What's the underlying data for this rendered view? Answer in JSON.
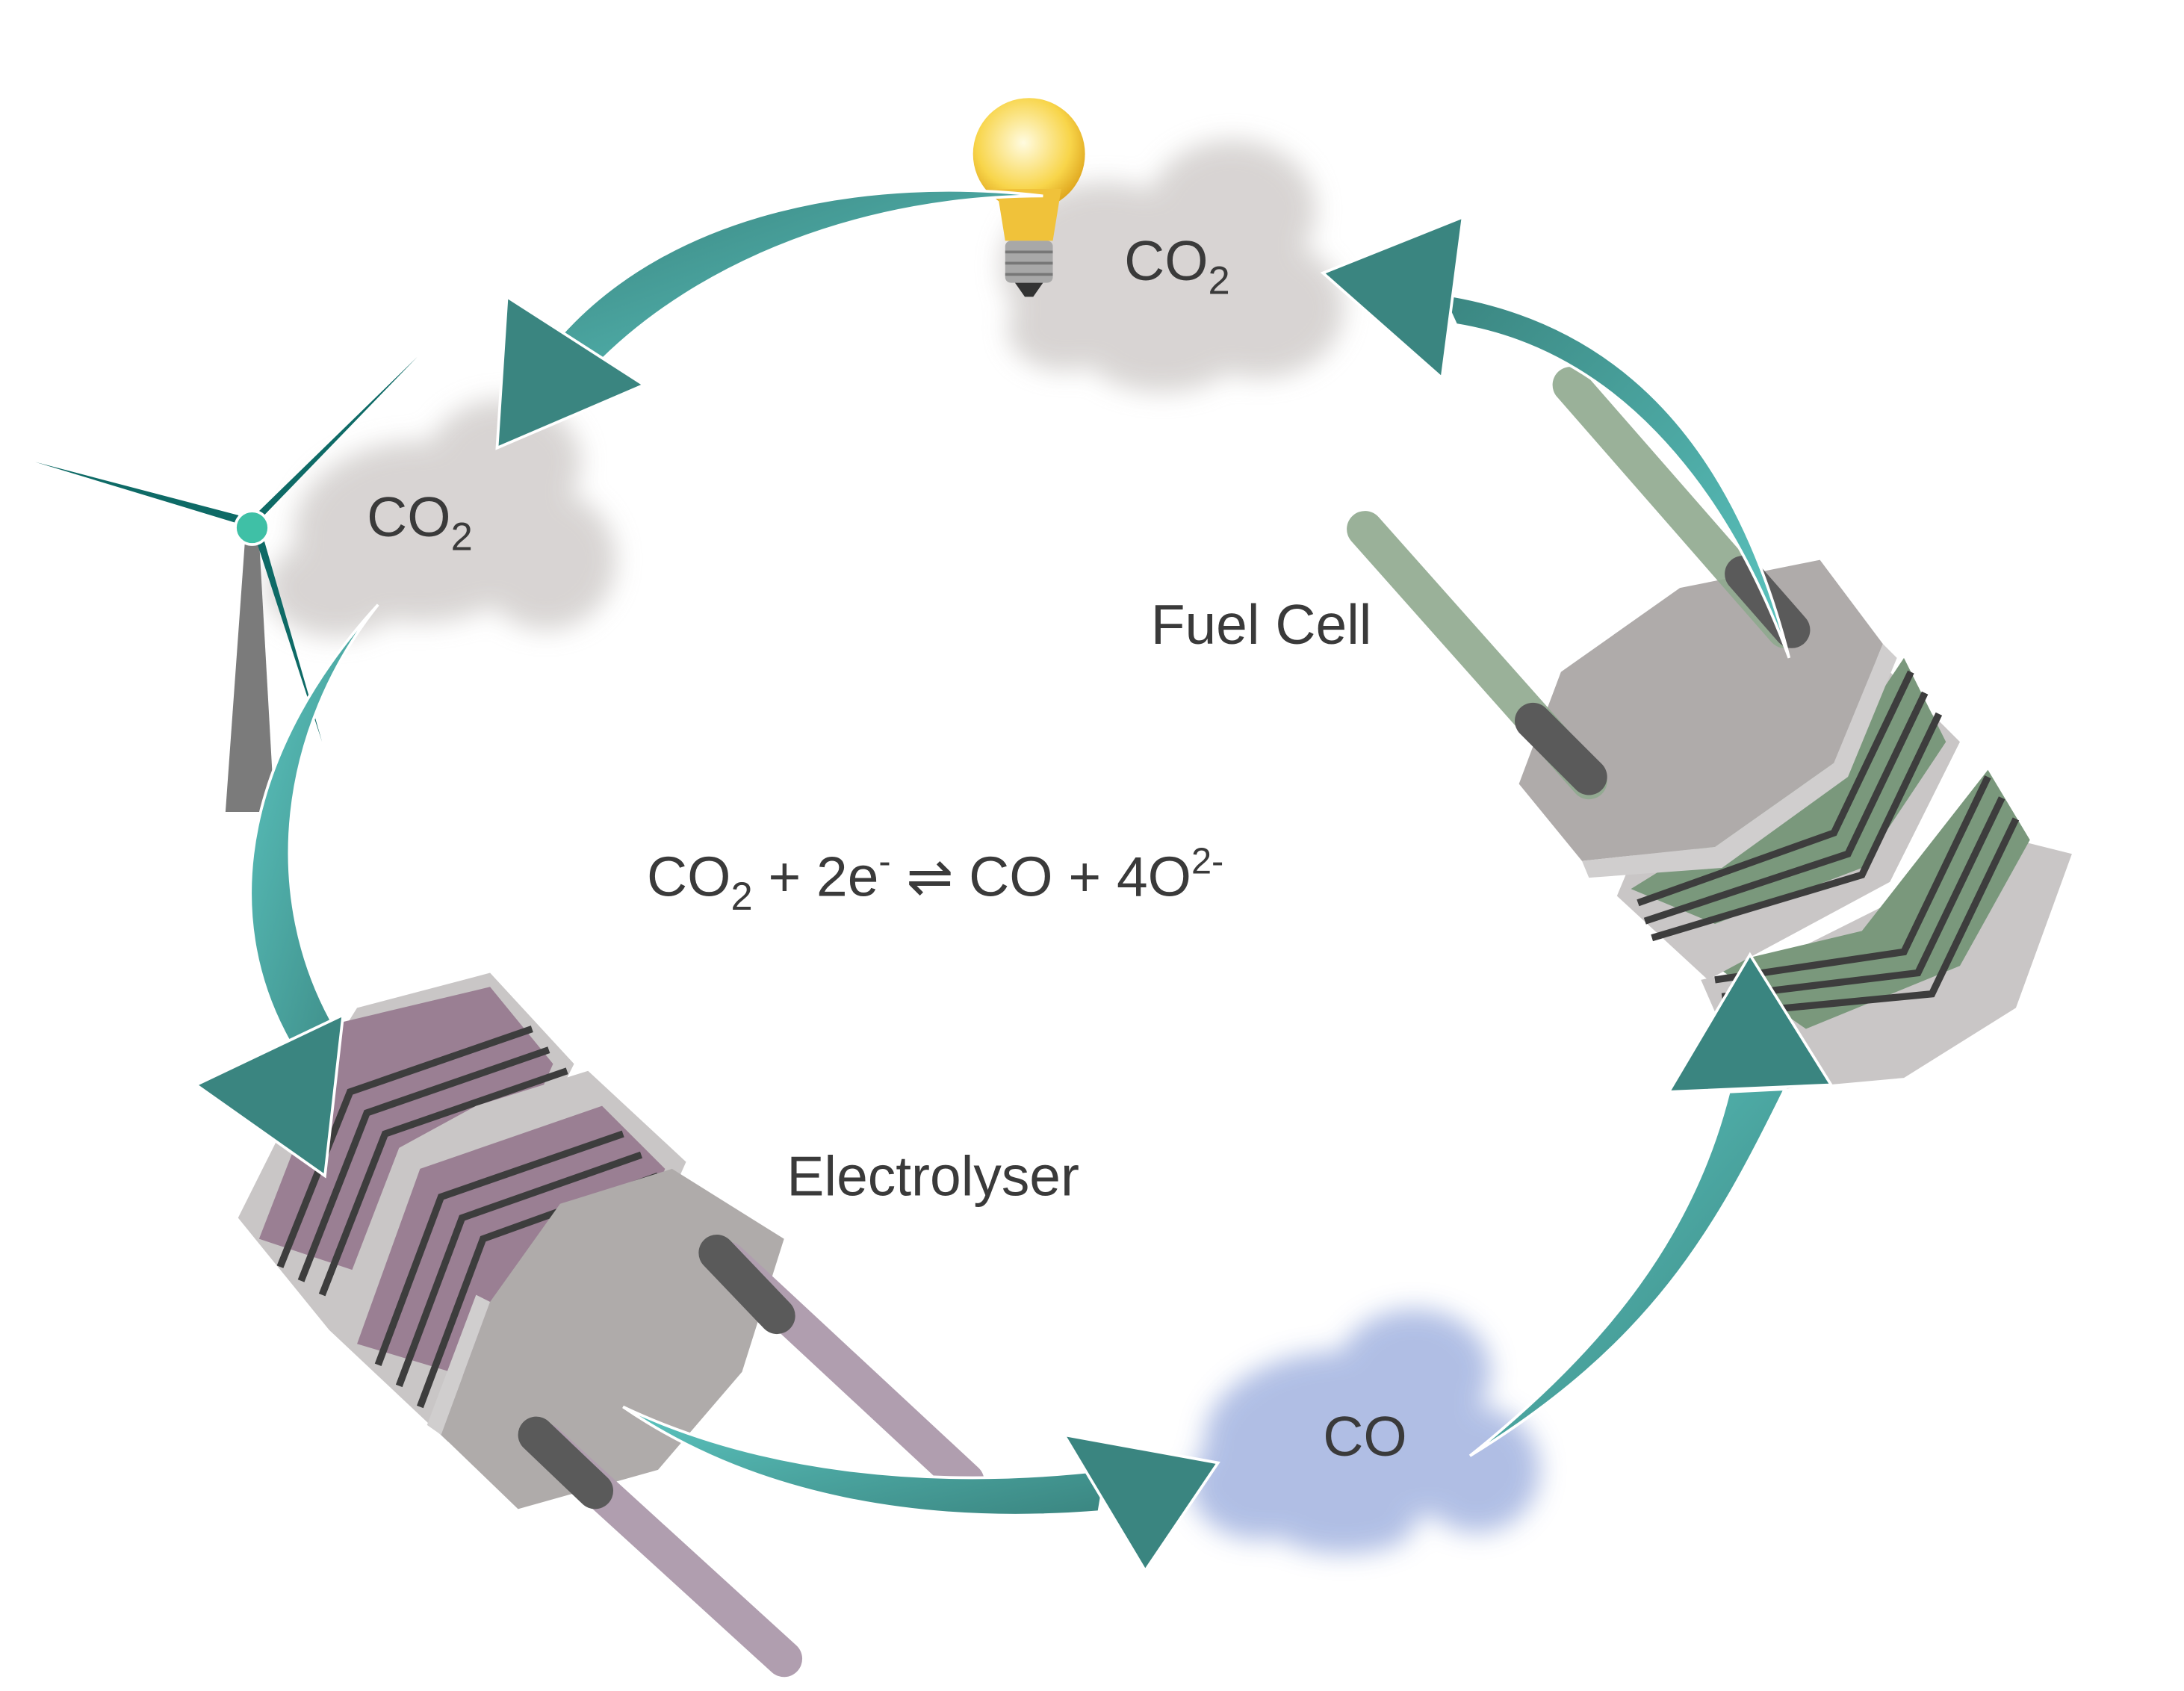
{
  "labels": {
    "co2_top": "CO",
    "co2_top_sub": "2",
    "co2_left": "CO",
    "co2_left_sub": "2",
    "fuel_cell": "Fuel Cell",
    "electrolyser": "Electrolyser",
    "co_bottom": "CO"
  },
  "equation": {
    "p1": "CO",
    "p1_sub": "2",
    "p2": " + 2e",
    "p2_sup": "-",
    "arrow": " ⇌ ",
    "p3": "CO + 4O",
    "p3_sup": "2-"
  },
  "colors": {
    "arrow_dark": "#3a8580",
    "arrow_light": "#5cc6c1",
    "electrolyser_stripe": "#9a7f93",
    "fuel_cell_stripe": "#7a987c",
    "stack_gray": "#afabaa",
    "turbine_blade": "#0e6a66"
  }
}
